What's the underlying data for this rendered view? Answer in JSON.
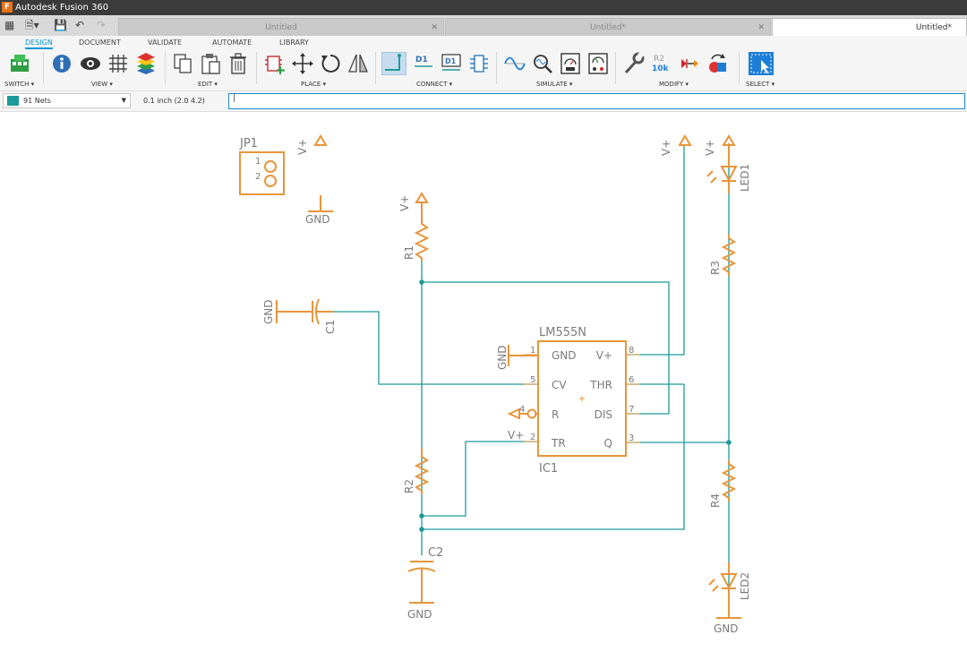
{
  "app": {
    "title": "Autodesk Fusion 360",
    "logo": "F"
  },
  "tabs": [
    {
      "label": "Untitled",
      "active": false
    },
    {
      "label": "Untitled*",
      "active": false
    },
    {
      "label": "Untitled*",
      "active": true
    }
  ],
  "ribbon": {
    "tabs": [
      "DESIGN",
      "DOCUMENT",
      "VALIDATE",
      "AUTOMATE",
      "LIBRARY"
    ],
    "groups": [
      "SWITCH ▾",
      "VIEW ▾",
      "EDIT ▾",
      "PLACE ▾",
      "CONNECT ▾",
      "SIMULATE ▾",
      "MODIFY ▾",
      "SELECT ▾"
    ]
  },
  "commandbar": {
    "net": "91 Nets",
    "grid": "0.1 inch (2.0 4.2)",
    "command_value": "|"
  },
  "schematic": {
    "jp1": {
      "name": "JP1",
      "pin1": "1",
      "pin2": "2"
    },
    "supply": "V+",
    "gnd": "GND",
    "r1": "R1",
    "r2": "R2",
    "r3": "R3",
    "r4": "R4",
    "c1": "C1",
    "c2": "C2",
    "led1": "LED1",
    "led2": "LED2",
    "ic": {
      "value": "LM555N",
      "name": "IC1",
      "pins_left": [
        "GND",
        "CV",
        "R",
        "TR"
      ],
      "pins_right": [
        "V+",
        "THR",
        "DIS",
        "Q"
      ],
      "numbers_left": [
        "1",
        "5",
        "4",
        "2"
      ],
      "numbers_right": [
        "8",
        "6",
        "7",
        "3"
      ]
    }
  },
  "colors": {
    "part": "#e8953a",
    "net": "#1e9a9a",
    "text": "#7a7a7a",
    "accent": "#0696d7"
  }
}
